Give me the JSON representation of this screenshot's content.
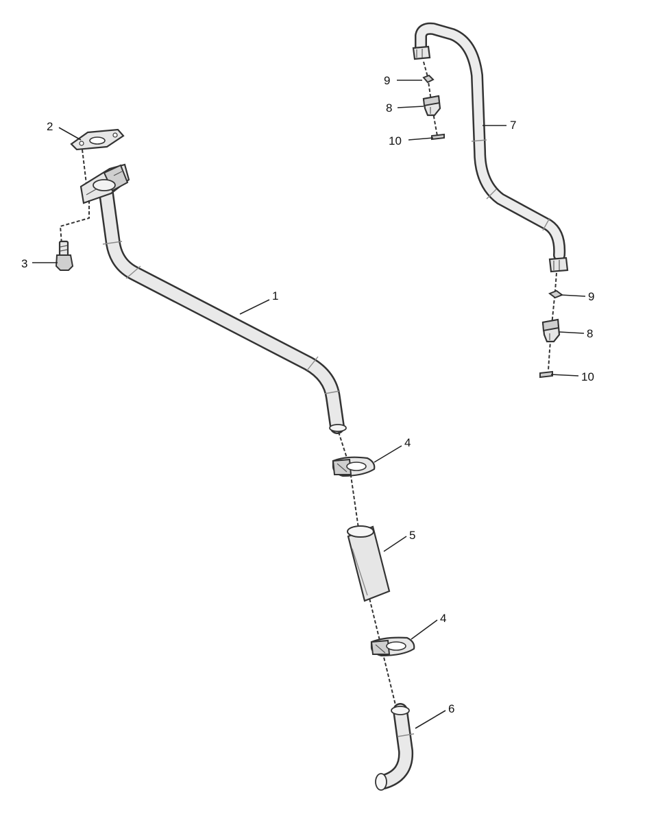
{
  "callouts": {
    "label_1": "1",
    "label_2": "2",
    "label_3": "3",
    "label_4_upper": "4",
    "label_4_lower": "4",
    "label_5": "5",
    "label_6": "6",
    "label_7": "7",
    "label_8_upper": "8",
    "label_8_lower": "8",
    "label_9_upper": "9",
    "label_9_lower": "9",
    "label_10_upper": "10",
    "label_10_lower": "10"
  }
}
